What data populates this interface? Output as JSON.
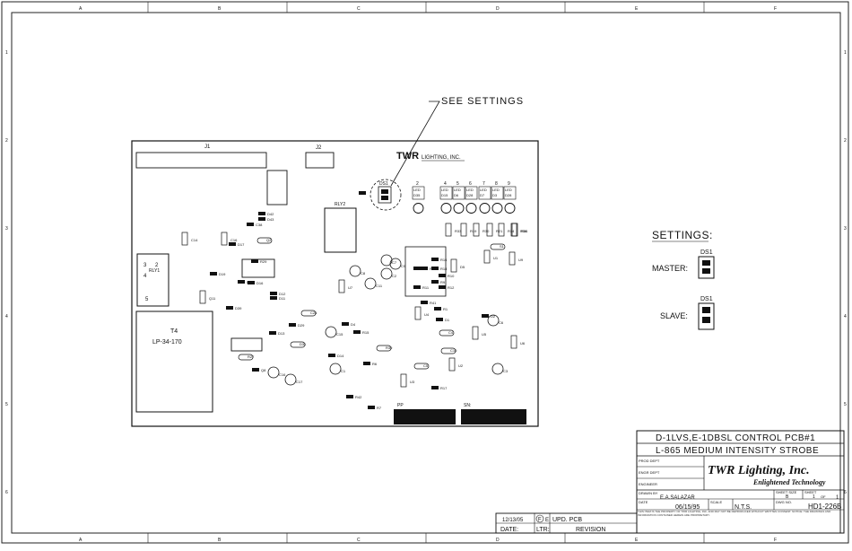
{
  "border": {
    "cols": [
      "A",
      "B",
      "C",
      "D",
      "E",
      "F"
    ],
    "rows": [
      "1",
      "2",
      "3",
      "4",
      "5",
      "6"
    ]
  },
  "callout": {
    "label": "SEE SETTINGS"
  },
  "pcb": {
    "brand": "TWR",
    "brand_sub": "LIGHTING, INC.",
    "connectors": {
      "j1": "J1",
      "j2": "J2",
      "pp": "PP",
      "sn": "SN:"
    },
    "relays": {
      "rly2": "RLY2",
      "rly1_pins": [
        "3",
        "2",
        "4",
        "5"
      ],
      "rly1": "RLY1"
    },
    "transformer": {
      "ref": "T4",
      "part": "LP-34-170"
    },
    "ds1": "DS1",
    "leds": [
      {
        "num": "2",
        "ref": "D35"
      },
      {
        "num": "4",
        "ref": "D15"
      },
      {
        "num": "5",
        "ref": "D6"
      },
      {
        "num": "6",
        "ref": "D28"
      },
      {
        "num": "7",
        "ref": "D7"
      },
      {
        "num": "8",
        "ref": "D3"
      },
      {
        "num": "9",
        "ref": "D28"
      }
    ],
    "led_label": "LED",
    "parts": [
      "D42",
      "D43",
      "C38",
      "C14",
      "Q2",
      "D17",
      "C16",
      "D19",
      "R29",
      "D16",
      "D18",
      "Q11",
      "D39",
      "D12",
      "D11",
      "C24",
      "D29",
      "D13",
      "D31",
      "D4",
      "U7",
      "C8",
      "C7",
      "C2",
      "C9",
      "C11",
      "R15",
      "R39",
      "R6",
      "D14",
      "C15",
      "C1",
      "Q8",
      "R27",
      "C17",
      "C16",
      "R42",
      "R7",
      "C5",
      "C4",
      "C10",
      "U4",
      "R41",
      "R1",
      "D1",
      "U3",
      "R17",
      "U2",
      "D2",
      "U5",
      "C6",
      "U1",
      "S1",
      "U9",
      "C3",
      "U6",
      "D5",
      "R11",
      "R12",
      "R9",
      "R10",
      "R3",
      "R2",
      "R18",
      "R16",
      "R33",
      "R19",
      "R30",
      "R21",
      "R14",
      "R34",
      "R36"
    ]
  },
  "settings": {
    "title": "SETTINGS:",
    "ds1": "DS1",
    "master": "MASTER:",
    "slave": "SLAVE:"
  },
  "title_block": {
    "title1": "D-1LVS,E-1DBSL CONTROL PCB#1",
    "title2": "L-865 MEDIUM INTENSITY STROBE",
    "prod_dept": "PROD DEPT",
    "engr_dept": "ENGR DEPT",
    "engineer": "ENGINEER",
    "company": "TWR Lighting, Inc.",
    "tagline": "Enlightened Technology",
    "drawn_by_label": "DRAWN BY",
    "drawn_by": "E.A.SALAZAR",
    "sheet_size_label": "SHEET SIZE",
    "sheet_size": "B",
    "sheet_label": "SHEET",
    "sheet_no": "1",
    "sheet_of_label": "OF",
    "sheet_of": "1",
    "date_label": "DATE",
    "date": "06/15/95",
    "scale_label": "SCALE",
    "scale": "N.T.S.",
    "dwg_no_label": "DWG NO.",
    "dwg_no": "HD1-226B",
    "notice": "THIS ITEM IS THE PROPERTY OF TWR LIGHTING, INC. AND MAY NOT BE REPRODUCED WITHOUT WRITTEN CONSENT. NOTICE: THE DRAWINGS AND INFORMATION CONTAINED HEREIN ARE PROPRIETARY."
  },
  "revisions": {
    "row": {
      "date": "12/13/05",
      "ltr": "F",
      "rev": "E",
      "desc": "UPD. PCB"
    },
    "headers": {
      "date": "DATE:",
      "ltr": "LTR:",
      "rev": "REVISION"
    }
  }
}
